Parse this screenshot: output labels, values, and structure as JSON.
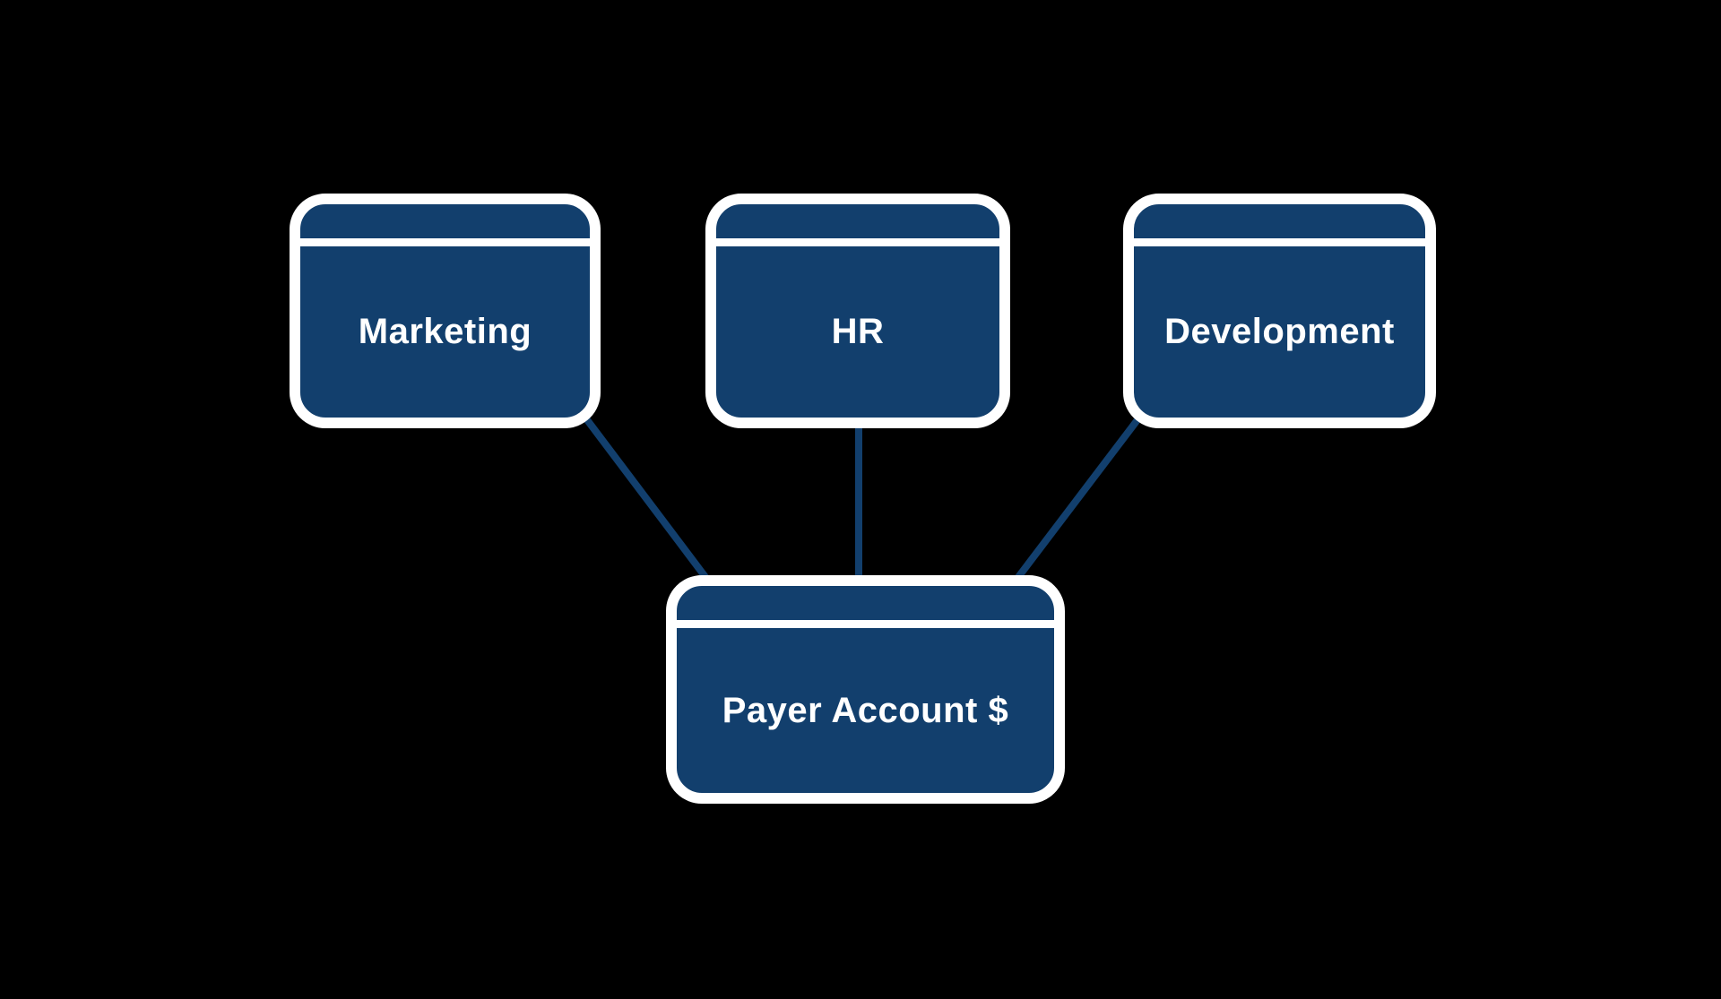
{
  "diagram": {
    "type": "org-flow-diagram",
    "background_color": "#000000",
    "node_fill_color": "#123F6D",
    "node_border_color": "#FFFFFF",
    "connector_color": "#123F6D",
    "label_color": "#FFFFFF",
    "nodes": [
      {
        "id": "marketing",
        "label": "Marketing"
      },
      {
        "id": "hr",
        "label": "HR"
      },
      {
        "id": "development",
        "label": "Development"
      },
      {
        "id": "payer",
        "label": "Payer Account $"
      }
    ],
    "edges": [
      {
        "from": "marketing",
        "to": "payer"
      },
      {
        "from": "hr",
        "to": "payer"
      },
      {
        "from": "development",
        "to": "payer"
      }
    ]
  }
}
